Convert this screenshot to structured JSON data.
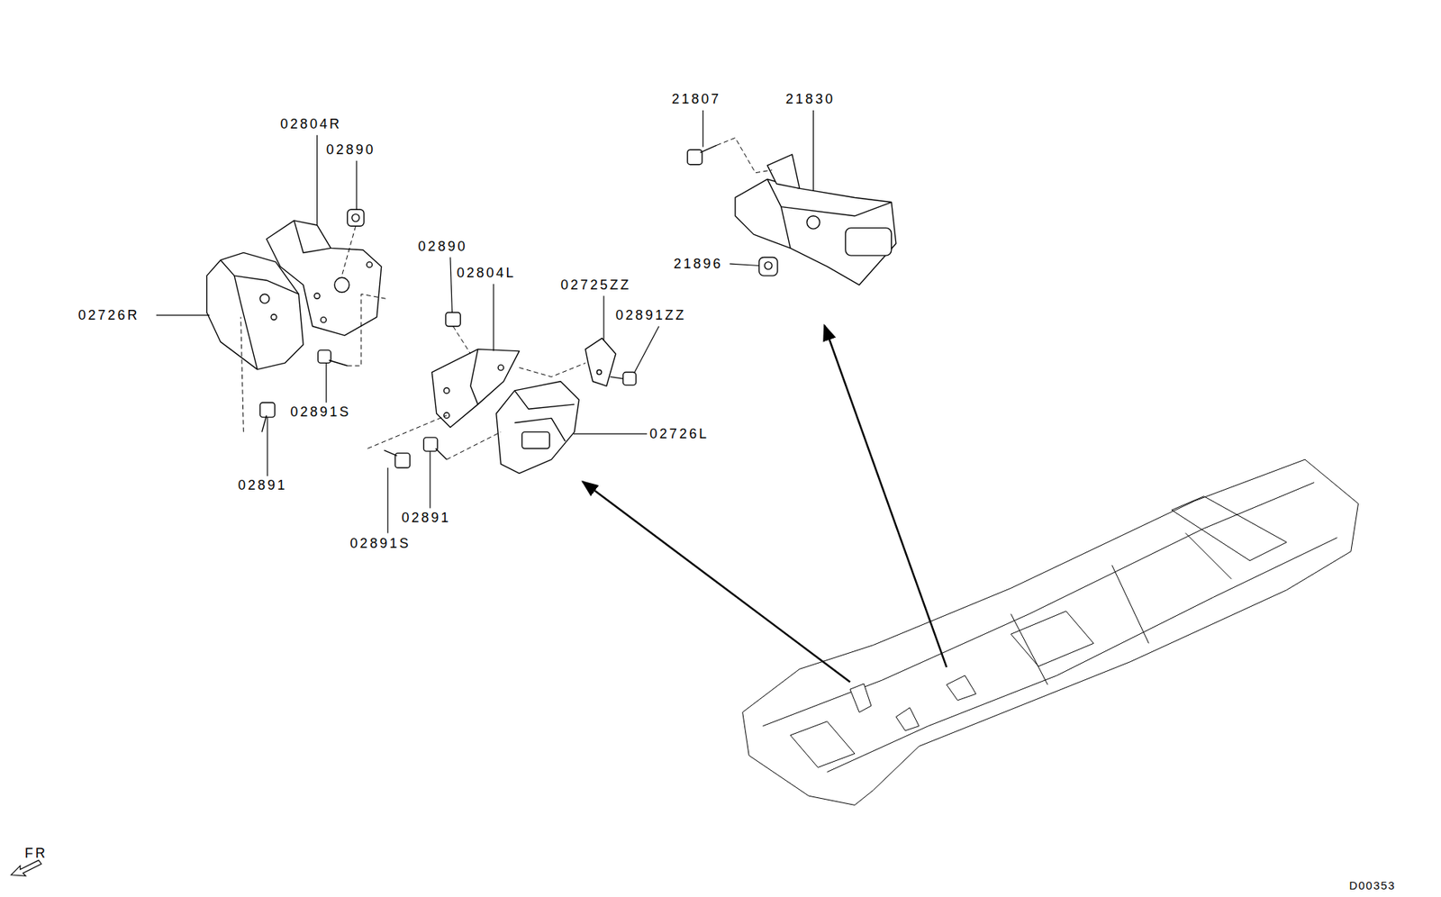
{
  "diagram": {
    "labels": [
      "21807",
      "21830",
      "02804R",
      "02890",
      "02890",
      "02804L",
      "02725ZZ",
      "02891ZZ",
      "21896",
      "02726R",
      "02891S",
      "02726L",
      "02891",
      "02891",
      "02891S",
      "FR",
      "D00353"
    ]
  }
}
